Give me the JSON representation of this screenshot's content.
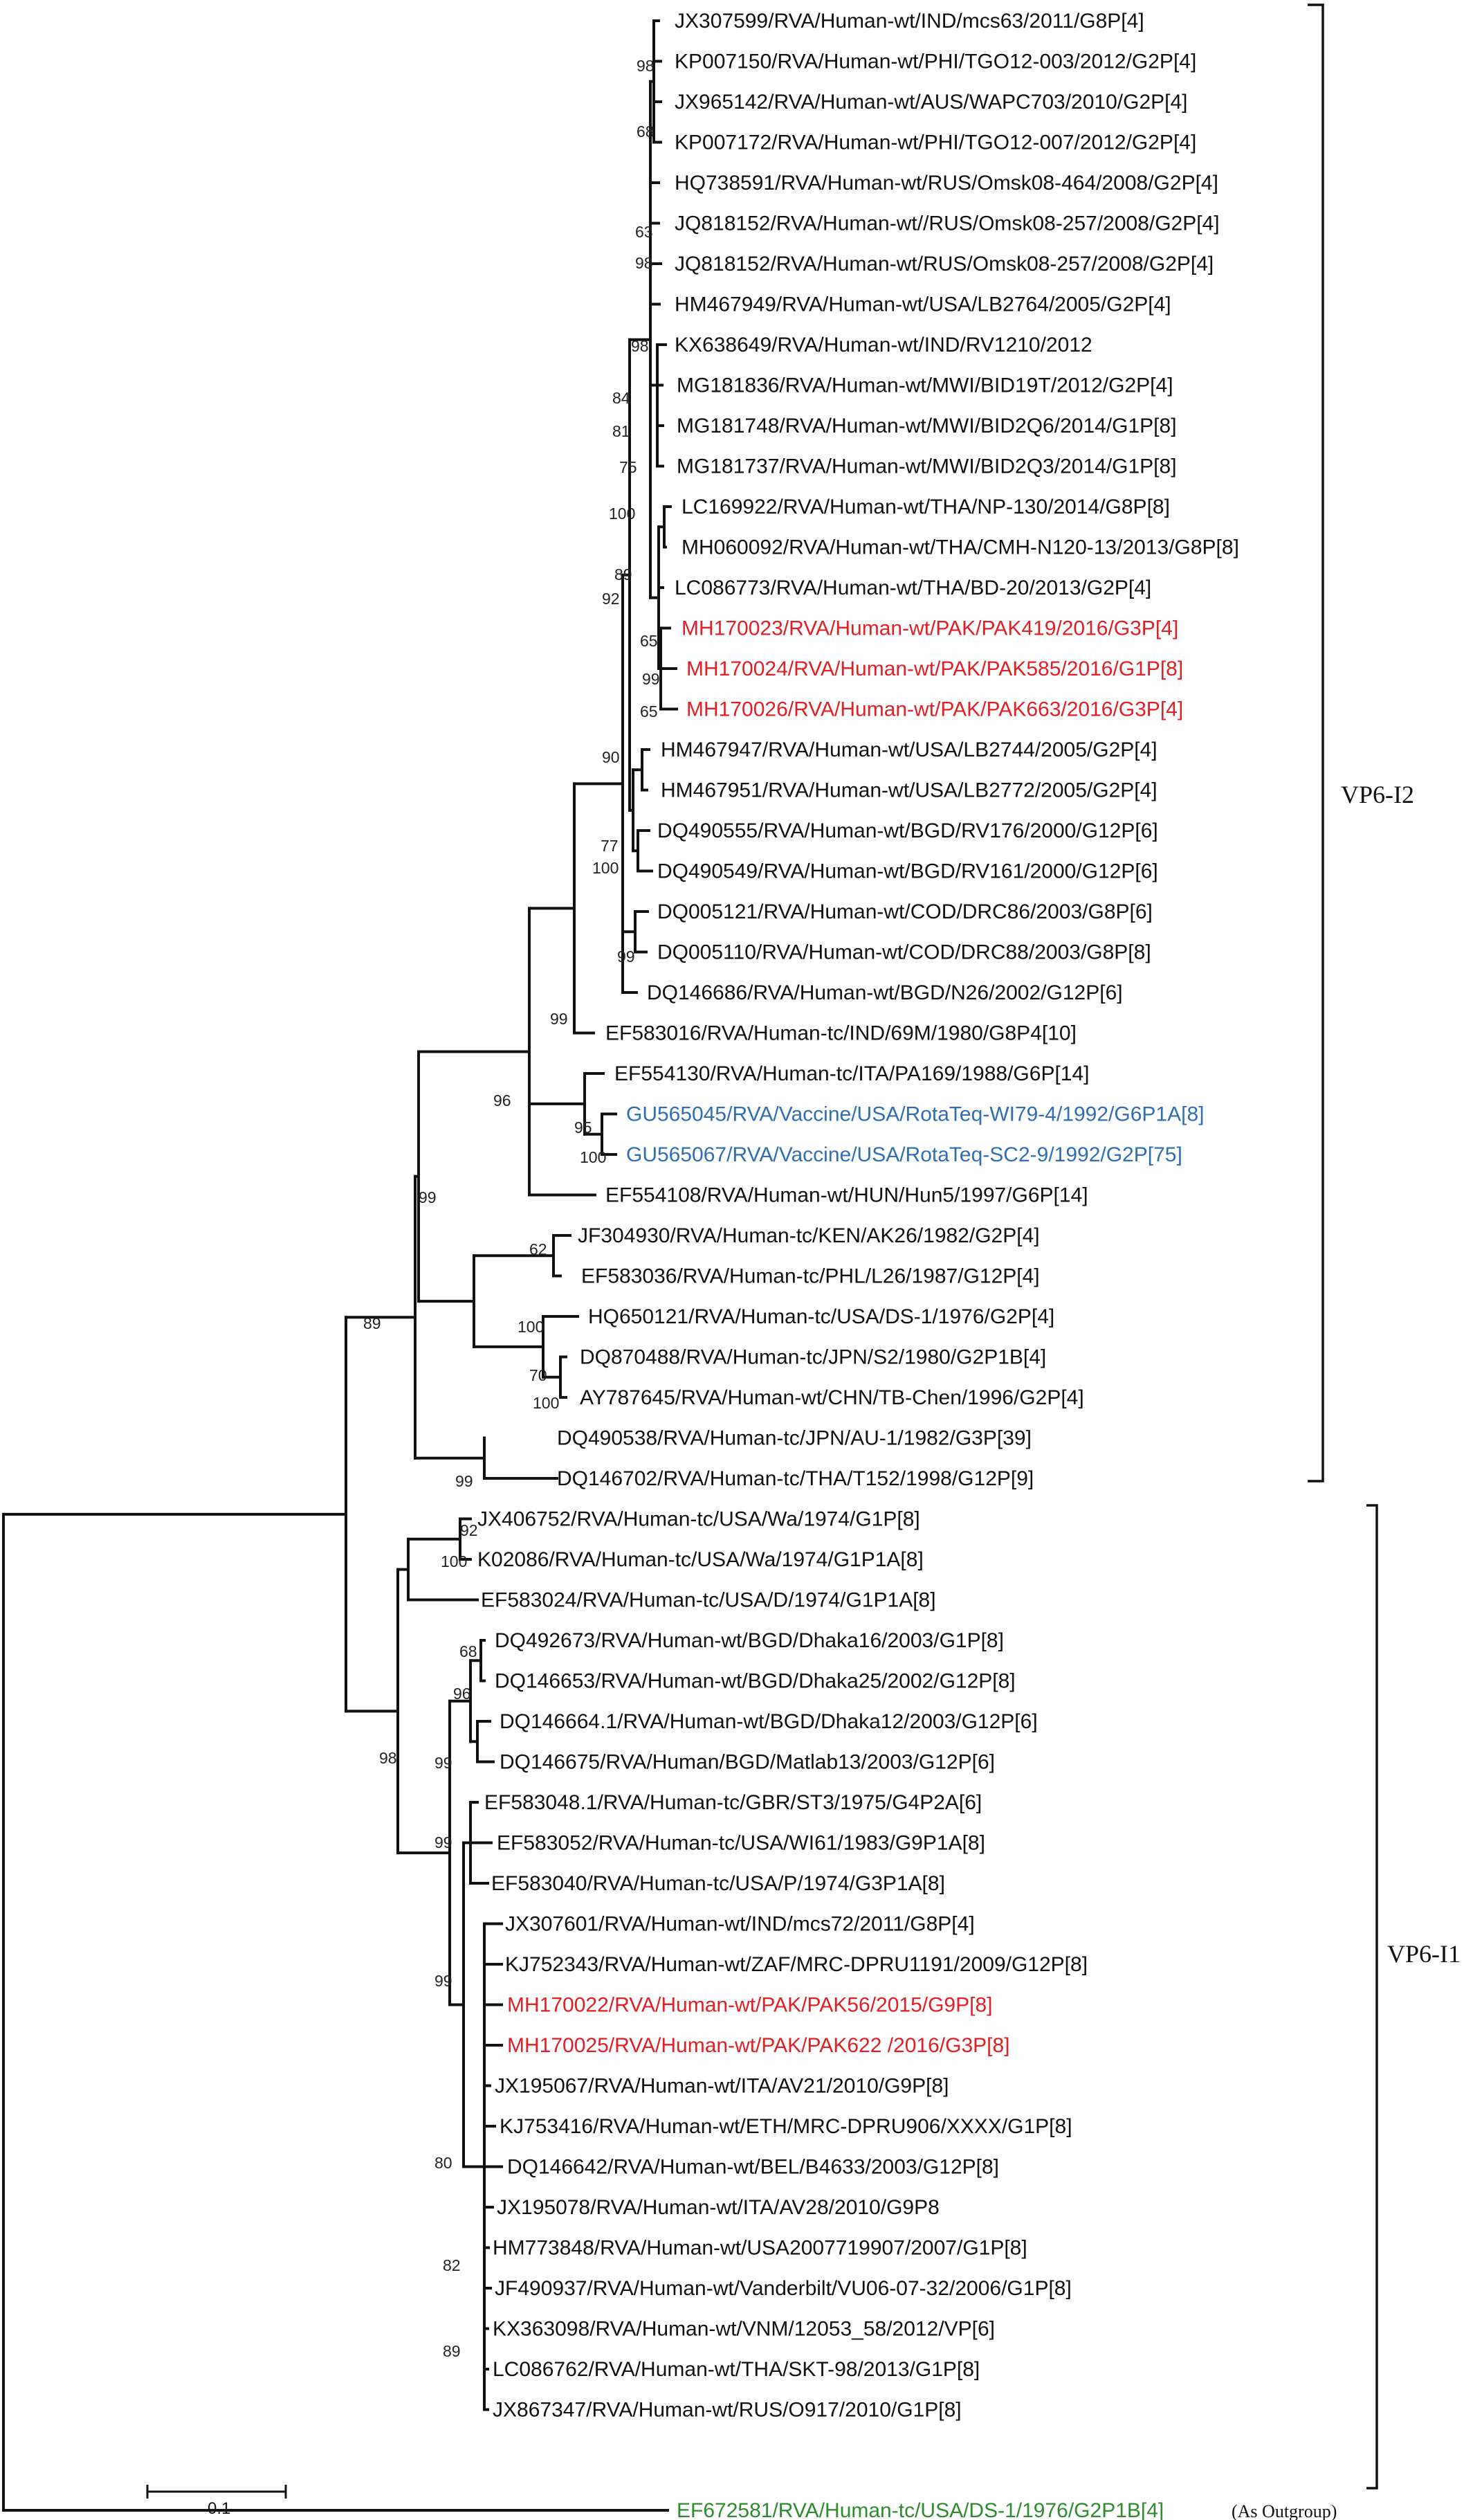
{
  "colors": {
    "black": "#111111",
    "red": "#e31e24",
    "blue": "#2f6eb5",
    "green": "#2e8b2e"
  },
  "leaves": [
    {
      "label": "JX307599/RVA/Human-wt/IND/mcs63/2011/G8P[4]",
      "color": "black"
    },
    {
      "label": "KP007150/RVA/Human-wt/PHI/TGO12-003/2012/G2P[4]",
      "color": "black"
    },
    {
      "label": "JX965142/RVA/Human-wt/AUS/WAPC703/2010/G2P[4]",
      "color": "black"
    },
    {
      "label": "KP007172/RVA/Human-wt/PHI/TGO12-007/2012/G2P[4]",
      "color": "black"
    },
    {
      "label": "HQ738591/RVA/Human-wt/RUS/Omsk08-464/2008/G2P[4]",
      "color": "black"
    },
    {
      "label": "JQ818152/RVA/Human-wt//RUS/Omsk08-257/2008/G2P[4]",
      "color": "black"
    },
    {
      "label": "JQ818152/RVA/Human-wt/RUS/Omsk08-257/2008/G2P[4]",
      "color": "black"
    },
    {
      "label": "HM467949/RVA/Human-wt/USA/LB2764/2005/G2P[4]",
      "color": "black"
    },
    {
      "label": "KX638649/RVA/Human-wt/IND/RV1210/2012",
      "color": "black"
    },
    {
      "label": "MG181836/RVA/Human-wt/MWI/BID19T/2012/G2P[4]",
      "color": "black"
    },
    {
      "label": "MG181748/RVA/Human-wt/MWI/BID2Q6/2014/G1P[8]",
      "color": "black"
    },
    {
      "label": "MG181737/RVA/Human-wt/MWI/BID2Q3/2014/G1P[8]",
      "color": "black"
    },
    {
      "label": "LC169922/RVA/Human-wt/THA/NP-130/2014/G8P[8]",
      "color": "black"
    },
    {
      "label": "MH060092/RVA/Human-wt/THA/CMH-N120-13/2013/G8P[8]",
      "color": "black"
    },
    {
      "label": "LC086773/RVA/Human-wt/THA/BD-20/2013/G2P[4]",
      "color": "black"
    },
    {
      "label": "MH170023/RVA/Human-wt/PAK/PAK419/2016/G3P[4]",
      "color": "red"
    },
    {
      "label": "MH170024/RVA/Human-wt/PAK/PAK585/2016/G1P[8]",
      "color": "red"
    },
    {
      "label": "MH170026/RVA/Human-wt/PAK/PAK663/2016/G3P[4]",
      "color": "red"
    },
    {
      "label": "HM467947/RVA/Human-wt/USA/LB2744/2005/G2P[4]",
      "color": "black"
    },
    {
      "label": "HM467951/RVA/Human-wt/USA/LB2772/2005/G2P[4]",
      "color": "black"
    },
    {
      "label": "DQ490555/RVA/Human-wt/BGD/RV176/2000/G12P[6]",
      "color": "black"
    },
    {
      "label": "DQ490549/RVA/Human-wt/BGD/RV161/2000/G12P[6]",
      "color": "black"
    },
    {
      "label": "DQ005121/RVA/Human-wt/COD/DRC86/2003/G8P[6]",
      "color": "black"
    },
    {
      "label": "DQ005110/RVA/Human-wt/COD/DRC88/2003/G8P[8]",
      "color": "black"
    },
    {
      "label": "DQ146686/RVA/Human-wt/BGD/N26/2002/G12P[6]",
      "color": "black"
    },
    {
      "label": "EF583016/RVA/Human-tc/IND/69M/1980/G8P4[10]",
      "color": "black"
    },
    {
      "label": "EF554130/RVA/Human-tc/ITA/PA169/1988/G6P[14]",
      "color": "black"
    },
    {
      "label": "GU565045/RVA/Vaccine/USA/RotaTeq-WI79-4/1992/G6P1A[8]",
      "color": "blue"
    },
    {
      "label": "GU565067/RVA/Vaccine/USA/RotaTeq-SC2-9/1992/G2P[75]",
      "color": "blue"
    },
    {
      "label": "EF554108/RVA/Human-wt/HUN/Hun5/1997/G6P[14]",
      "color": "black"
    },
    {
      "label": "JF304930/RVA/Human-tc/KEN/AK26/1982/G2P[4]",
      "color": "black"
    },
    {
      "label": "EF583036/RVA/Human-tc/PHL/L26/1987/G12P[4]",
      "color": "black"
    },
    {
      "label": "HQ650121/RVA/Human-tc/USA/DS-1/1976/G2P[4]",
      "color": "black"
    },
    {
      "label": "DQ870488/RVA/Human-tc/JPN/S2/1980/G2P1B[4]",
      "color": "black"
    },
    {
      "label": "AY787645/RVA/Human-wt/CHN/TB-Chen/1996/G2P[4]",
      "color": "black"
    },
    {
      "label": "DQ490538/RVA/Human-tc/JPN/AU-1/1982/G3P[39]",
      "color": "black"
    },
    {
      "label": "DQ146702/RVA/Human-tc/THA/T152/1998/G12P[9]",
      "color": "black"
    },
    {
      "label": "JX406752/RVA/Human-tc/USA/Wa/1974/G1P[8]",
      "color": "black"
    },
    {
      "label": "K02086/RVA/Human-tc/USA/Wa/1974/G1P1A[8]",
      "color": "black"
    },
    {
      "label": "EF583024/RVA/Human-tc/USA/D/1974/G1P1A[8]",
      "color": "black"
    },
    {
      "label": "DQ492673/RVA/Human-wt/BGD/Dhaka16/2003/G1P[8]",
      "color": "black"
    },
    {
      "label": "DQ146653/RVA/Human-wt/BGD/Dhaka25/2002/G12P[8]",
      "color": "black"
    },
    {
      "label": "DQ146664.1/RVA/Human-wt/BGD/Dhaka12/2003/G12P[6]",
      "color": "black"
    },
    {
      "label": "DQ146675/RVA/Human/BGD/Matlab13/2003/G12P[6]",
      "color": "black"
    },
    {
      "label": "EF583048.1/RVA/Human-tc/GBR/ST3/1975/G4P2A[6]",
      "color": "black"
    },
    {
      "label": "EF583052/RVA/Human-tc/USA/WI61/1983/G9P1A[8]",
      "color": "black"
    },
    {
      "label": "EF583040/RVA/Human-tc/USA/P/1974/G3P1A[8]",
      "color": "black"
    },
    {
      "label": "JX307601/RVA/Human-wt/IND/mcs72/2011/G8P[4]",
      "color": "black"
    },
    {
      "label": "KJ752343/RVA/Human-wt/ZAF/MRC-DPRU1191/2009/G12P[8]",
      "color": "black"
    },
    {
      "label": "MH170022/RVA/Human-wt/PAK/PAK56/2015/G9P[8]",
      "color": "red"
    },
    {
      "label": "MH170025/RVA/Human-wt/PAK/PAK622 /2016/G3P[8]",
      "color": "red"
    },
    {
      "label": "JX195067/RVA/Human-wt/ITA/AV21/2010/G9P[8]",
      "color": "black"
    },
    {
      "label": "KJ753416/RVA/Human-wt/ETH/MRC-DPRU906/XXXX/G1P[8]",
      "color": "black"
    },
    {
      "label": "DQ146642/RVA/Human-wt/BEL/B4633/2003/G12P[8]",
      "color": "black"
    },
    {
      "label": "JX195078/RVA/Human-wt/ITA/AV28/2010/G9P8",
      "color": "black"
    },
    {
      "label": "HM773848/RVA/Human-wt/USA2007719907/2007/G1P[8]",
      "color": "black"
    },
    {
      "label": "JF490937/RVA/Human-wt/Vanderbilt/VU06-07-32/2006/G1P[8]",
      "color": "black"
    },
    {
      "label": "KX363098/RVA/Human-wt/VNM/12053_58/2012/VP[6]",
      "color": "black"
    },
    {
      "label": "LC086762/RVA/Human-wt/THA/SKT-98/2013/G1P[8]",
      "color": "black"
    },
    {
      "label": "JX867347/RVA/Human-wt/RUS/O917/2010/G1P[8]",
      "color": "black"
    },
    {
      "label": "EF672581/RVA/Human-tc/USA/DS-1/1976/G2P1B[4]",
      "color": "green"
    }
  ],
  "outgroup_note": "(As Outgroup)",
  "bootstrap": [
    "98",
    "68",
    "63",
    "98",
    "98",
    "84",
    "81",
    "75",
    "100",
    "89",
    "92",
    "65",
    "99",
    "65",
    "90",
    "77",
    "100",
    "99",
    "99",
    "95",
    "100",
    "96",
    "99",
    "62",
    "100",
    "70",
    "100",
    "89",
    "99",
    "92",
    "100",
    "68",
    "96",
    "99",
    "99",
    "99",
    "80",
    "82",
    "89",
    "98"
  ],
  "clades": [
    "VP6-I2",
    "VP6-I1"
  ],
  "scale_label": "0.1"
}
